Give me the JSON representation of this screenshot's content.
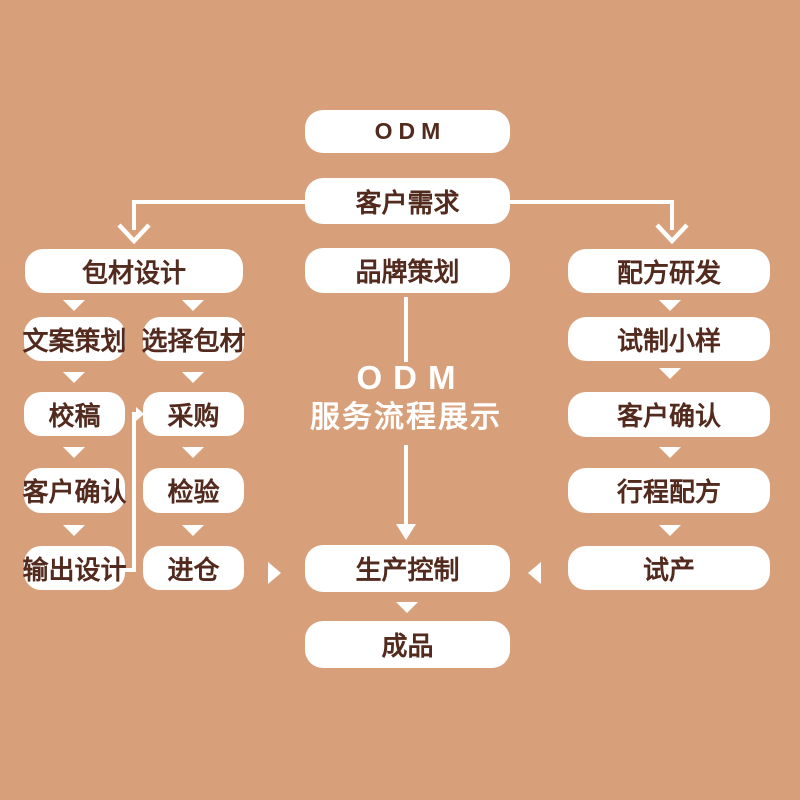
{
  "diagram": {
    "center_title": {
      "line1": "ODM",
      "line2": "服务流程展示"
    },
    "nodes": {
      "odm": "ODM",
      "customer_needs": "客户需求",
      "packaging_design": "包材设计",
      "brand_planning": "品牌策划",
      "formula_rd": "配方研发",
      "copywriting": "文案策划",
      "select_packaging": "选择包材",
      "proofreading": "校稿",
      "procurement": "采购",
      "customer_confirm_pkg": "客户确认",
      "inspection": "检验",
      "output_design": "输出设计",
      "warehousing": "进仓",
      "trial_sample": "试制小样",
      "customer_confirm_formula": "客户确认",
      "form_formula": "行程配方",
      "trial_production": "试产",
      "production_control": "生产控制",
      "finished_product": "成品"
    },
    "edges": [
      {
        "from": "customer_needs",
        "to": "packaging_design"
      },
      {
        "from": "customer_needs",
        "to": "formula_rd"
      },
      {
        "from": "packaging_design",
        "to": "copywriting"
      },
      {
        "from": "packaging_design",
        "to": "select_packaging"
      },
      {
        "from": "copywriting",
        "to": "proofreading"
      },
      {
        "from": "proofreading",
        "to": "customer_confirm_pkg"
      },
      {
        "from": "customer_confirm_pkg",
        "to": "output_design"
      },
      {
        "from": "output_design",
        "to": "procurement"
      },
      {
        "from": "select_packaging",
        "to": "procurement"
      },
      {
        "from": "procurement",
        "to": "inspection"
      },
      {
        "from": "inspection",
        "to": "warehousing"
      },
      {
        "from": "warehousing",
        "to": "production_control"
      },
      {
        "from": "brand_planning",
        "to": "production_control"
      },
      {
        "from": "formula_rd",
        "to": "trial_sample"
      },
      {
        "from": "trial_sample",
        "to": "customer_confirm_formula"
      },
      {
        "from": "customer_confirm_formula",
        "to": "form_formula"
      },
      {
        "from": "form_formula",
        "to": "trial_production"
      },
      {
        "from": "trial_production",
        "to": "production_control"
      },
      {
        "from": "production_control",
        "to": "finished_product"
      }
    ],
    "colors": {
      "background": "#d7a07a",
      "node_background": "#ffffff",
      "node_text": "#532a1e",
      "connector": "#ffffff"
    }
  }
}
